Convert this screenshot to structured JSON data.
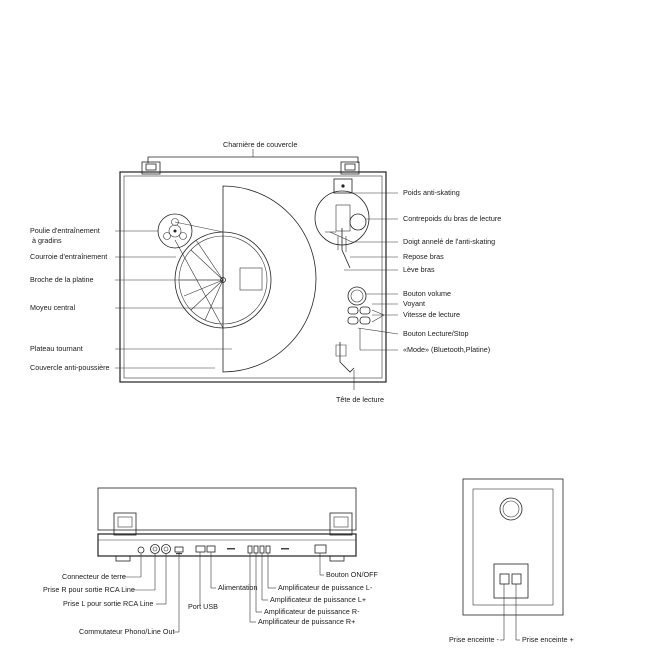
{
  "top_view": {
    "hinge_label": "Charnière de couvercle",
    "left_labels": {
      "pulley_line1": "Poulie d'entraînement",
      "pulley_line2": "à gradins",
      "belt": "Courroie d'entraînement",
      "spindle": "Broche de la platine",
      "hub": "Moyeu central",
      "platter": "Plateau tournant",
      "dust_cover": "Couvercle anti-poussière"
    },
    "right_labels": {
      "anti_skate_weight": "Poids anti-skating",
      "counterweight": "Contrepoids du bras de lecture",
      "anti_skate_finger": "Doigt annelé de l'anti-skating",
      "arm_rest": "Repose bras",
      "arm_lift": "Lève bras",
      "volume": "Bouton volume",
      "indicator": "Voyant",
      "speed": "Vitesse de lecture",
      "play_stop": "Bouton Lecture/Stop",
      "mode": "«Mode» (Bluetooth,Platine)"
    },
    "cartridge_label": "Tête de lecture"
  },
  "rear_view": {
    "labels": {
      "ground": "Connecteur de terre",
      "rca_r": "Prise R pour sortie RCA Line",
      "rca_l": "Prise L pour sortie RCA Line",
      "phono_switch": "Commutateur Phono/Line Out",
      "usb": "Port USB",
      "power": "Alimentation",
      "amp_l_minus": "Amplificateur de puissance L-",
      "amp_l_plus": "Amplificateur de puissance L+",
      "amp_r_minus": "Amplificateur de puissance R-",
      "amp_r_plus": "Amplificateur de puissance R+",
      "on_off": "Bouton ON/OFF"
    }
  },
  "speaker_view": {
    "labels": {
      "minus": "Prise enceinte -",
      "plus": "Prise enceinte +"
    }
  }
}
